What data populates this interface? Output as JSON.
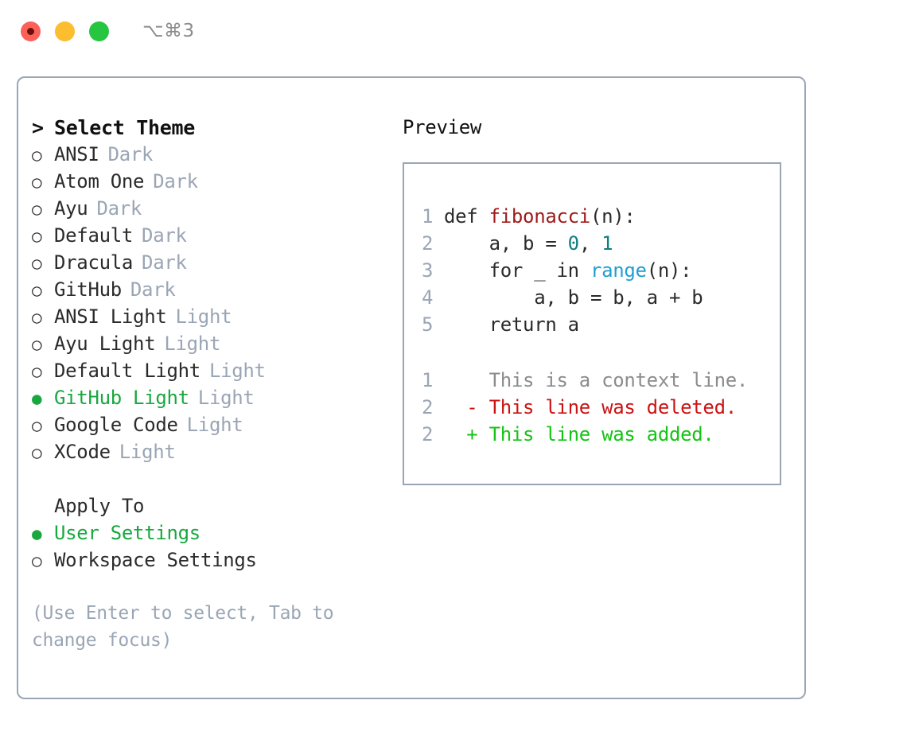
{
  "titlebar": {
    "shortcut": "⌥⌘3",
    "buttons": {
      "close": "close",
      "minimize": "minimize",
      "maximize": "maximize"
    }
  },
  "left": {
    "heading": {
      "caret": ">",
      "label": "Select Theme"
    },
    "bullet_empty": "○",
    "bullet_filled": "●",
    "themes": [
      {
        "name": "ANSI",
        "kind": "Dark",
        "selected": false
      },
      {
        "name": "Atom One",
        "kind": "Dark",
        "selected": false
      },
      {
        "name": "Ayu",
        "kind": "Dark",
        "selected": false
      },
      {
        "name": "Default",
        "kind": "Dark",
        "selected": false
      },
      {
        "name": "Dracula",
        "kind": "Dark",
        "selected": false
      },
      {
        "name": "GitHub",
        "kind": "Dark",
        "selected": false
      },
      {
        "name": "ANSI Light",
        "kind": "Light",
        "selected": false
      },
      {
        "name": "Ayu Light",
        "kind": "Light",
        "selected": false
      },
      {
        "name": "Default Light",
        "kind": "Light",
        "selected": false
      },
      {
        "name": "GitHub Light",
        "kind": "Light",
        "selected": true
      },
      {
        "name": "Google Code",
        "kind": "Light",
        "selected": false
      },
      {
        "name": "XCode",
        "kind": "Light",
        "selected": false
      }
    ],
    "apply_to": {
      "label": "Apply To",
      "options": [
        {
          "name": "User Settings",
          "selected": true
        },
        {
          "name": "Workspace Settings",
          "selected": false
        }
      ]
    },
    "hint": "(Use Enter to select, Tab to change focus)"
  },
  "right": {
    "title": "Preview",
    "code_lines": [
      {
        "num": "1",
        "segments": [
          {
            "text": "def ",
            "tok": "plain"
          },
          {
            "text": "fibonacci",
            "tok": "fn"
          },
          {
            "text": "(n):",
            "tok": "plain"
          }
        ]
      },
      {
        "num": "2",
        "segments": [
          {
            "text": "    a, b = ",
            "tok": "plain"
          },
          {
            "text": "0",
            "tok": "num"
          },
          {
            "text": ", ",
            "tok": "plain"
          },
          {
            "text": "1",
            "tok": "num"
          }
        ]
      },
      {
        "num": "3",
        "segments": [
          {
            "text": "    for _ in ",
            "tok": "plain"
          },
          {
            "text": "range",
            "tok": "call"
          },
          {
            "text": "(n):",
            "tok": "plain"
          }
        ]
      },
      {
        "num": "4",
        "segments": [
          {
            "text": "        a, b = b, a + b",
            "tok": "plain"
          }
        ]
      },
      {
        "num": "5",
        "segments": [
          {
            "text": "    return a",
            "tok": "plain"
          }
        ]
      }
    ],
    "diff_lines": [
      {
        "num": "1",
        "marker": "  ",
        "text": "This is a context line.",
        "kind": "context"
      },
      {
        "num": "2",
        "marker": "- ",
        "text": "This line was deleted.",
        "kind": "del"
      },
      {
        "num": "2",
        "marker": "+ ",
        "text": "This line was added.",
        "kind": "add"
      }
    ]
  },
  "colors": {
    "accent_green": "#18a83f",
    "muted": "#9aa5b5",
    "border": "#9aa6b6",
    "fn": "#9e1a1a",
    "num": "#0d7f7f",
    "call": "#1f9fd1",
    "diff_del": "#cc1313",
    "diff_add": "#14c414"
  }
}
